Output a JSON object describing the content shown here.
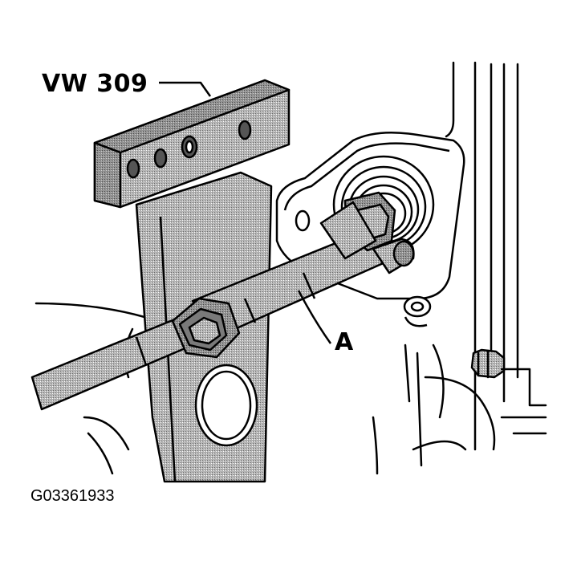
{
  "figure": {
    "callouts": {
      "tool": "VW 309",
      "part": "A"
    },
    "figure_id": "G03361933"
  },
  "colors": {
    "ink": "#000000",
    "background": "#ffffff",
    "shading": "#a8a8a8",
    "shading_dark": "#8c8c8c"
  }
}
